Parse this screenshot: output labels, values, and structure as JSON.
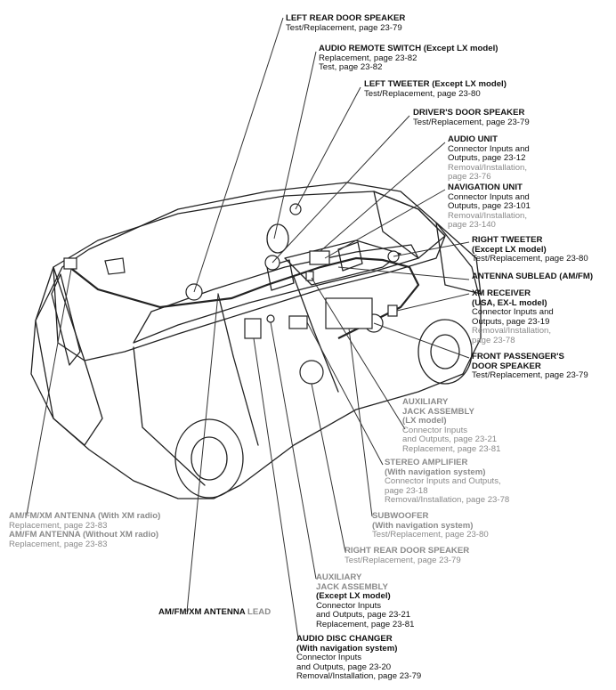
{
  "colors": {
    "ink": "#111111",
    "dim": "#8a8a8a",
    "paper": "#ffffff"
  },
  "callouts": {
    "left_rear_door_speaker": {
      "title": "LEFT REAR  DOOR SPEAKER",
      "lines": [
        "Test/Replacement, page 23-79"
      ]
    },
    "audio_remote_switch": {
      "title": "AUDIO REMOTE SWITCH (Except LX model)",
      "lines": [
        "Replacement, page 23-82",
        "Test, page 23-82"
      ]
    },
    "left_tweeter": {
      "title": "LEFT TWEETER (Except LX model)",
      "lines": [
        "Test/Replacement, page 23-80"
      ]
    },
    "drivers_door_speaker": {
      "title": "DRIVER'S DOOR SPEAKER",
      "lines": [
        "Test/Replacement, page 23-79"
      ]
    },
    "audio_unit": {
      "title": "AUDIO UNIT",
      "lines": [
        "Connector Inputs and",
        " Outputs, page 23-12"
      ],
      "gray_lines": [
        "Removal/Installation,",
        " page 23-76"
      ]
    },
    "navigation_unit": {
      "title": "NAVIGATION UNIT",
      "lines": [
        "Connector Inputs and",
        " Outputs, page 23-101"
      ],
      "gray_lines": [
        "Removal/Installation,",
        " page 23-140"
      ]
    },
    "right_tweeter": {
      "title": "RIGHT TWEETER",
      "title2": "(Except LX model)",
      "lines": [
        "Test/Replacement, page 23-80"
      ]
    },
    "antenna_sublead": {
      "title": "ANTENNA SUBLEAD (AM/FM)"
    },
    "xm_receiver": {
      "title": "XM RECEIVER",
      "title2": "(USA, EX-L model)",
      "lines": [
        "Connector Inputs and",
        " Outputs, page 23-19"
      ],
      "gray_lines": [
        "Removal/Installation,",
        " page 23-78"
      ]
    },
    "front_passenger_door_speaker": {
      "title": "FRONT PASSENGER'S",
      "title2": "DOOR SPEAKER",
      "lines": [
        "Test/Replacement, page 23-79"
      ]
    },
    "aux_jack_lx": {
      "title": "AUXILIARY",
      "title2": "JACK ASSEMBLY",
      "title3": "(LX model)",
      "lines": [
        "Connector Inputs",
        " and Outputs, page 23-21",
        "Replacement, page 23-81"
      ]
    },
    "stereo_amplifier": {
      "title": "STEREO AMPLIFIER",
      "title2": "(With navigation system)",
      "lines": [
        "Connector Inputs and Outputs,",
        " page 23-18",
        "Removal/Installation, page 23-78"
      ]
    },
    "subwoofer": {
      "title": "SUBWOOFER",
      "title2": "(With navigation system)",
      "lines": [
        "Test/Replacement, page 23-80"
      ]
    },
    "right_rear_door_speaker": {
      "title": "RIGHT REAR DOOR SPEAKER",
      "lines": [
        "Test/Replacement, page 23-79"
      ]
    },
    "aux_jack_except_lx": {
      "title": "AUXILIARY",
      "title2": "JACK ASSEMBLY",
      "title3": "(Except LX model)",
      "lines": [
        "Connector Inputs",
        " and Outputs, page 23-21",
        "Replacement, page 23-81"
      ]
    },
    "antenna_with_xm": {
      "title": "AM/FM/XM ANTENNA (With XM radio)",
      "lines": [
        "Replacement, page 23-83"
      ]
    },
    "antenna_without_xm": {
      "title": "AM/FM ANTENNA (Without XM radio)",
      "lines": [
        "Replacement, page 23-83"
      ]
    },
    "antenna_lead": {
      "title": "AM/FM/XM ANTENNA",
      "suffix": " LEAD"
    },
    "audio_disc_changer": {
      "title": "AUDIO DISC CHANGER",
      "title2": "(With navigation system)",
      "lines": [
        "Connector Inputs",
        "and Outputs, page 23-20",
        "Removal/Installation, page 23-79"
      ]
    }
  }
}
